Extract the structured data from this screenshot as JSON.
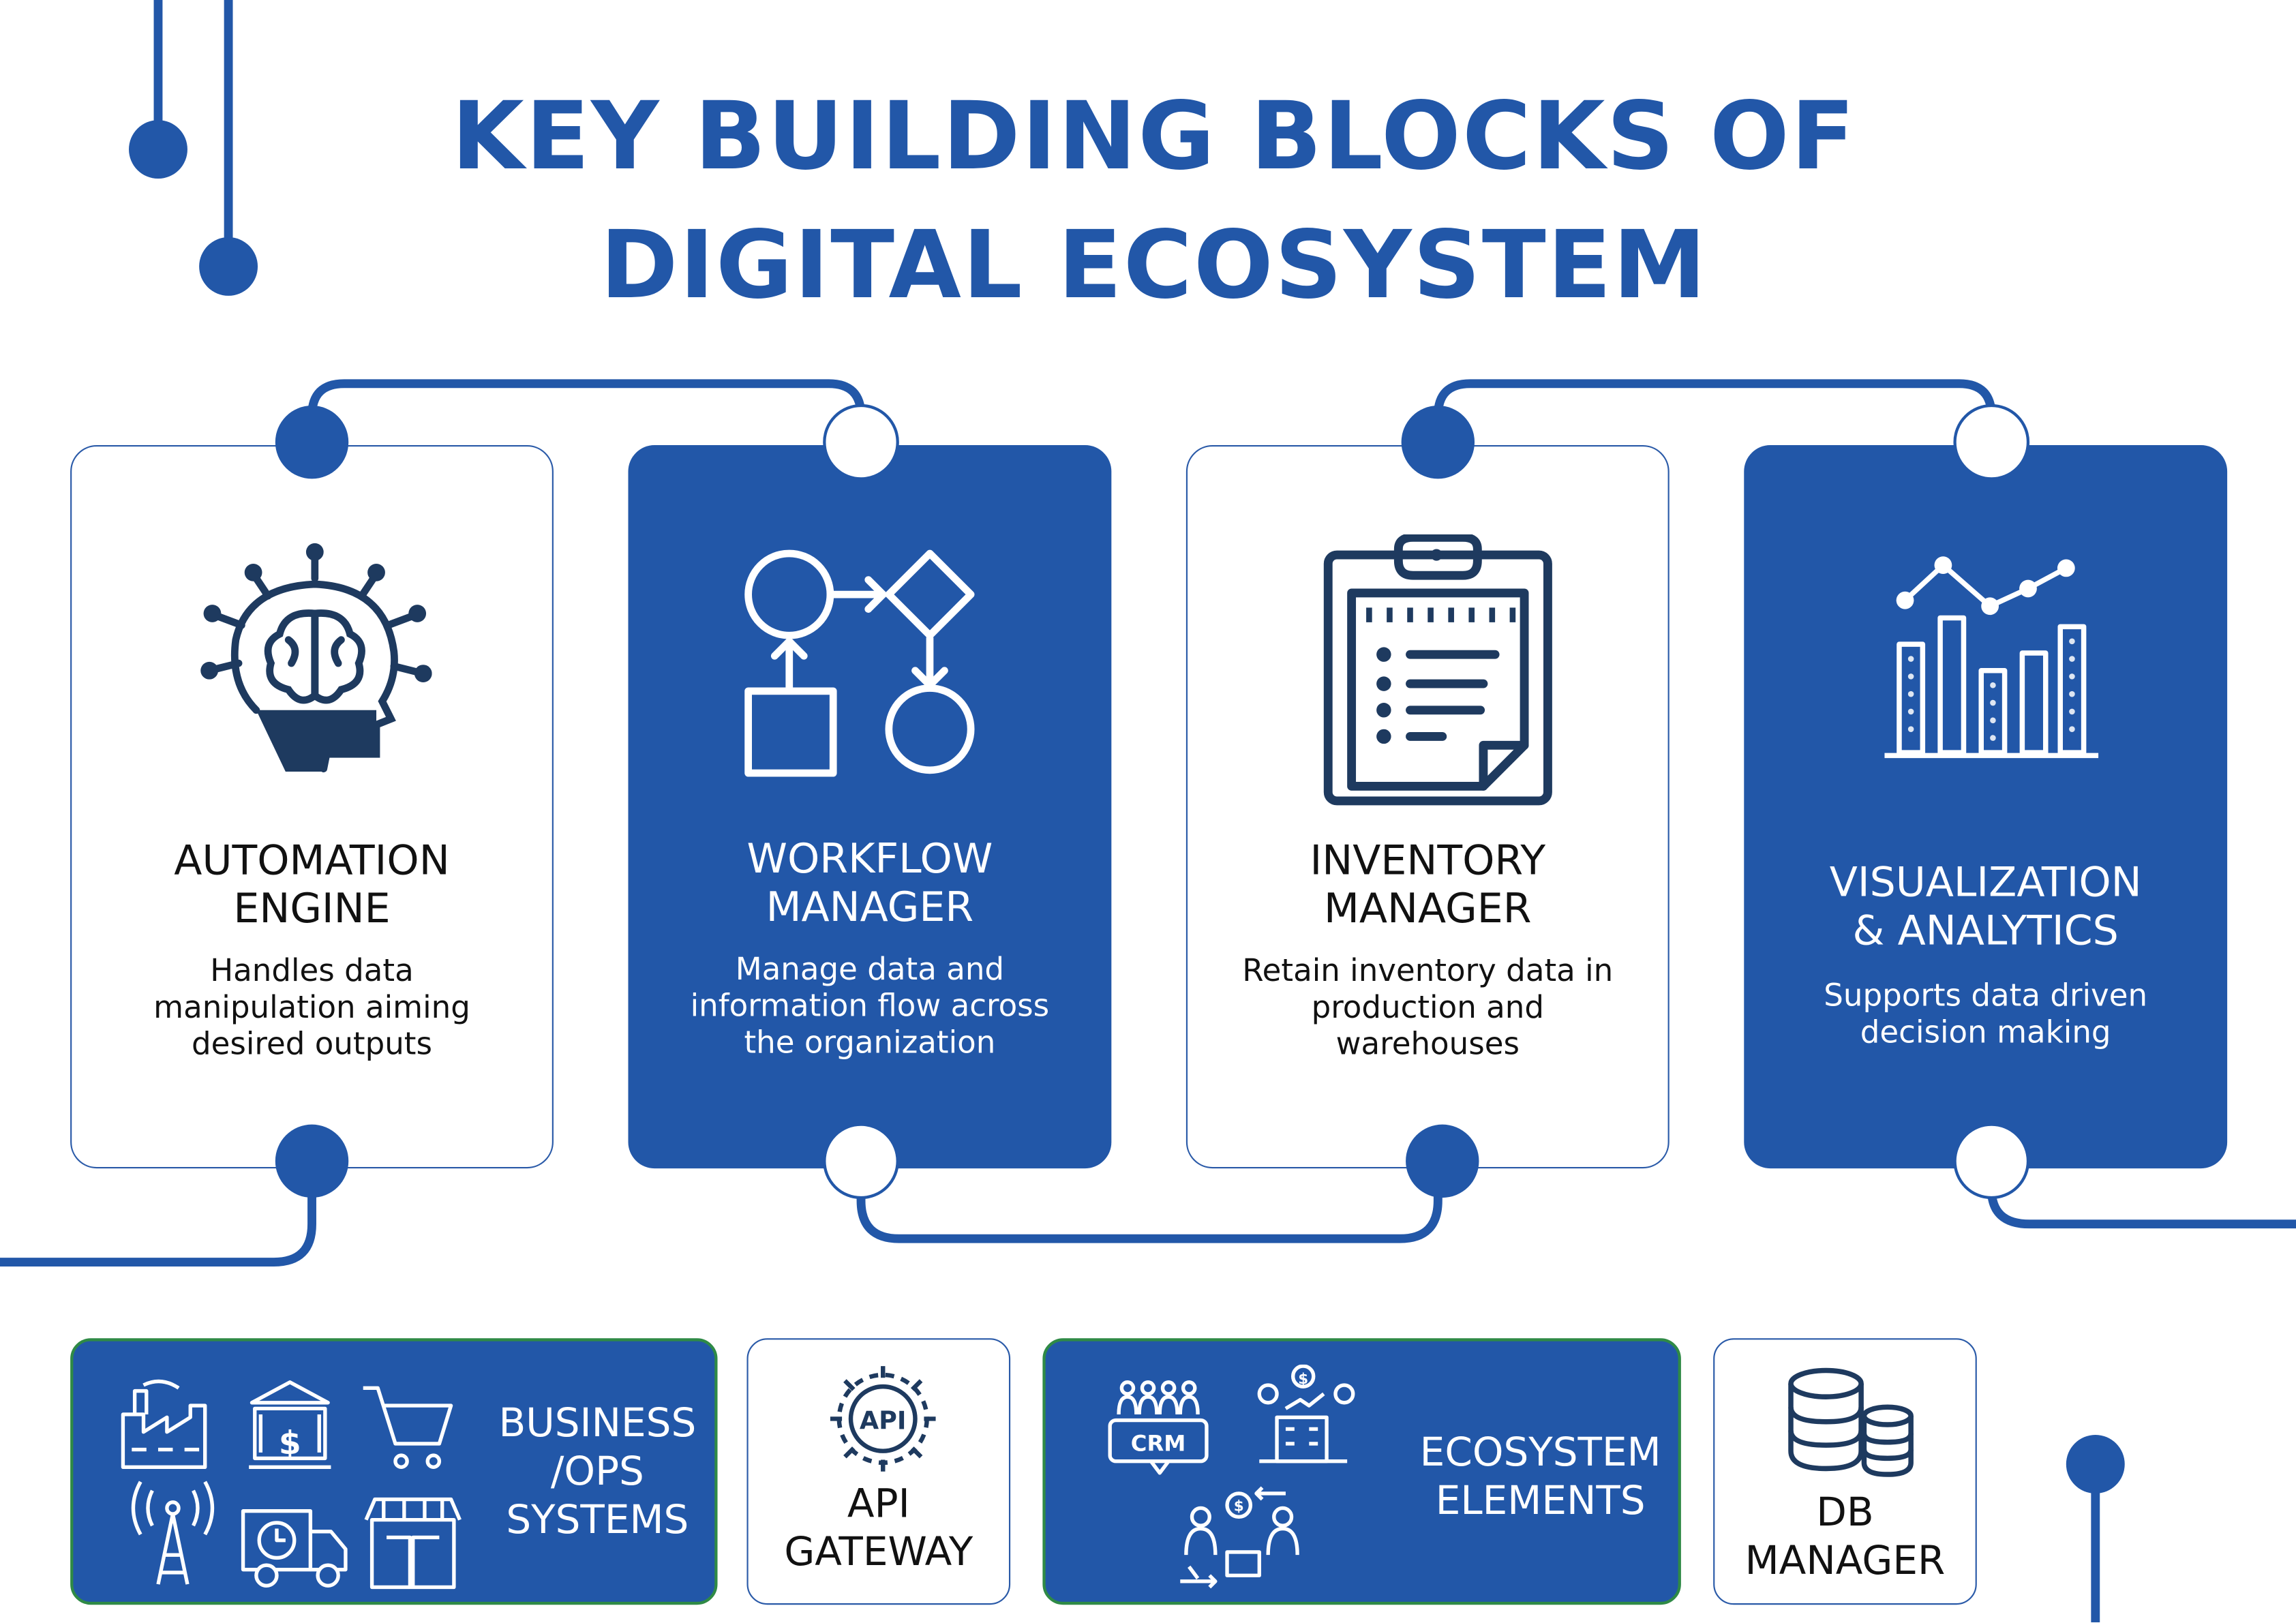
{
  "title": {
    "line1": "KEY BUILDING BLOCKS OF",
    "line2": "DIGITAL ECOSYSTEM"
  },
  "colors": {
    "primary_blue": "#2257a8",
    "dark_navy": "#1e3a5f",
    "green_border": "#2f8a46",
    "white": "#ffffff"
  },
  "cards": [
    {
      "title_line1": "AUTOMATION",
      "title_line2": "ENGINE",
      "desc_line1": "Handles data",
      "desc_line2": "manipulation aiming",
      "desc_line3": "desired outputs",
      "icon": "brain-head-icon"
    },
    {
      "title_line1": "WORKFLOW",
      "title_line2": "MANAGER",
      "desc_line1": "Manage data and",
      "desc_line2": "information flow across",
      "desc_line3": "the organization",
      "icon": "workflow-icon"
    },
    {
      "title_line1": "INVENTORY",
      "title_line2": "MANAGER",
      "desc_line1": "Retain inventory data in",
      "desc_line2": "production and",
      "desc_line3": "warehouses",
      "icon": "clipboard-checklist-icon"
    },
    {
      "title_line1": "VISUALIZATION",
      "title_line2": "& ANALYTICS",
      "desc_line1": "Supports data driven",
      "desc_line2": "decision making",
      "icon": "bar-line-chart-icon"
    }
  ],
  "bottom": {
    "business": {
      "label_line1": "BUSINESS",
      "label_line2": "/OPS",
      "label_line3": "SYSTEMS",
      "icons": [
        "factory-icon",
        "bank-icon",
        "shopping-cart-icon",
        "cell-tower-icon",
        "delivery-truck-icon",
        "storefront-icon"
      ]
    },
    "api": {
      "icon_text": "API",
      "label_line1": "API",
      "label_line2": "GATEWAY",
      "icon": "api-gear-icon"
    },
    "ecosystem": {
      "label_line1": "ECOSYSTEM",
      "label_line2": "ELEMENTS",
      "crm_text": "CRM",
      "icons": [
        "crm-team-icon",
        "finance-building-icon",
        "trade-exchange-icon"
      ]
    },
    "db": {
      "label_line1": "DB",
      "label_line2": "MANAGER",
      "icon": "database-icon"
    }
  }
}
